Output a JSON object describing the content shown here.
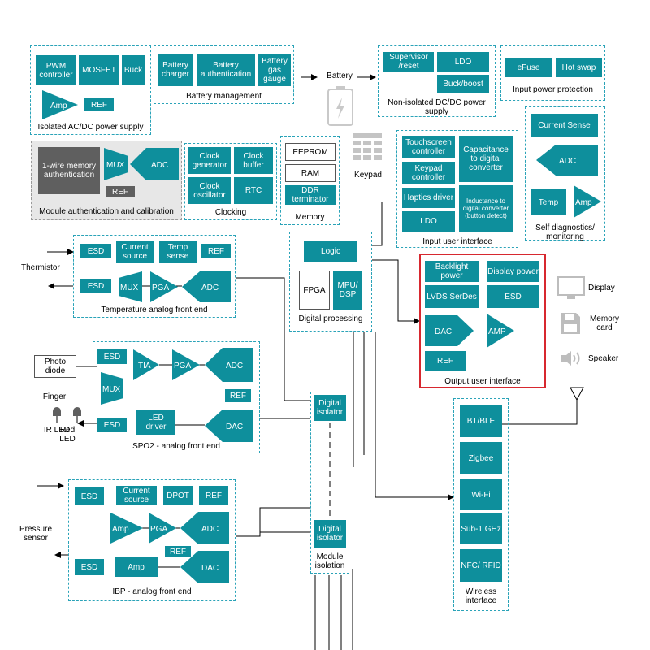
{
  "colors": {
    "block": "#0e8f9c",
    "dashed": "#2aa3b8",
    "highlight": "#d7282f",
    "gray_block": "#5f5f5f"
  },
  "isolated_acdc": {
    "title": "Isolated AC/DC power supply",
    "pwm": "PWM controller",
    "mosfet": "MOSFET",
    "buck": "Buck",
    "amp": "Amp",
    "ref": "REF"
  },
  "battery_mgmt": {
    "title": "Battery management",
    "charger": "Battery charger",
    "auth": "Battery authentication",
    "gauge": "Battery gas gauge"
  },
  "battery": {
    "label": "Battery"
  },
  "nonisolated": {
    "title": "Non-isolated DC/DC power supply",
    "supervisor": "Supervisor /reset",
    "ldo": "LDO",
    "buckboost": "Buck/boost"
  },
  "input_protection": {
    "title": "Input power protection",
    "efuse": "eFuse",
    "hotswap": "Hot swap"
  },
  "module_auth": {
    "title": "Module authentication and calibration",
    "memory_auth": "1-wire memory authentication",
    "mux": "MUX",
    "adc": "ADC",
    "ref": "REF"
  },
  "clocking": {
    "title": "Clocking",
    "gen": "Clock generator",
    "buffer": "Clock buffer",
    "osc": "Clock oscillator",
    "rtc": "RTC"
  },
  "memory": {
    "title": "Memory",
    "eeprom": "EEPROM",
    "ram": "RAM",
    "ddr": "DDR terminator"
  },
  "keypad": {
    "label": "Keypad"
  },
  "input_ui": {
    "title": "Input user interface",
    "touch": "Touchscreen controller",
    "keypad_ctrl": "Keypad controller",
    "haptics": "Haptics driver",
    "ldo": "LDO",
    "cap": "Capacitance to digital converter",
    "ind": "Inductance to digital converter (button detect)"
  },
  "self_diag": {
    "title": "Self diagnostics/ monitoring",
    "current": "Current Sense",
    "adc": "ADC",
    "temp": "Temp",
    "amp": "Amp"
  },
  "thermistor": {
    "label": "Thermistor"
  },
  "temp_afe": {
    "title": "Temperature analog front end",
    "esd1": "ESD",
    "current": "Current source",
    "temp": "Temp sense",
    "ref": "REF",
    "esd2": "ESD",
    "mux": "MUX",
    "pga": "PGA",
    "adc": "ADC"
  },
  "digital": {
    "title": "Digital processing",
    "logic": "Logic",
    "fpga": "FPGA",
    "mpu": "MPU/ DSP"
  },
  "output_ui": {
    "title": "Output user interface",
    "backlight": "Backlight power",
    "display_power": "Display power",
    "lvds": "LVDS SerDes",
    "esd": "ESD",
    "dac": "DAC",
    "amp": "AMP",
    "ref": "REF"
  },
  "peripherals": {
    "display": "Display",
    "memory_card": "Memory card",
    "speaker": "Speaker"
  },
  "photodiode": {
    "label": "Photo diode"
  },
  "finger": {
    "label": "Finger",
    "ir": "IR LED",
    "red": "Red LED"
  },
  "spo2": {
    "title": "SPO2 - analog front end",
    "esd1": "ESD",
    "tia": "TIA",
    "pga": "PGA",
    "adc": "ADC",
    "mux": "MUX",
    "ref": "REF",
    "esd2": "ESD",
    "led": "LED driver",
    "dac": "DAC"
  },
  "isolation": {
    "title": "Module isolation",
    "iso1": "Digital isolator",
    "iso2": "Digital isolator"
  },
  "pressure": {
    "label": "Pressure sensor"
  },
  "ibp": {
    "title": "IBP - analog front end",
    "esd1": "ESD",
    "current": "Current source",
    "dpot": "DPOT",
    "ref1": "REF",
    "amp1": "Amp",
    "pga": "PGA",
    "adc": "ADC",
    "ref2": "REF",
    "esd2": "ESD",
    "amp2": "Amp",
    "dac": "DAC"
  },
  "wireless": {
    "title": "Wireless interface",
    "bt": "BT/BLE",
    "zigbee": "Zigbee",
    "wifi": "Wi-Fi",
    "sub1": "Sub-1 GHz",
    "nfc": "NFC/ RFID"
  }
}
